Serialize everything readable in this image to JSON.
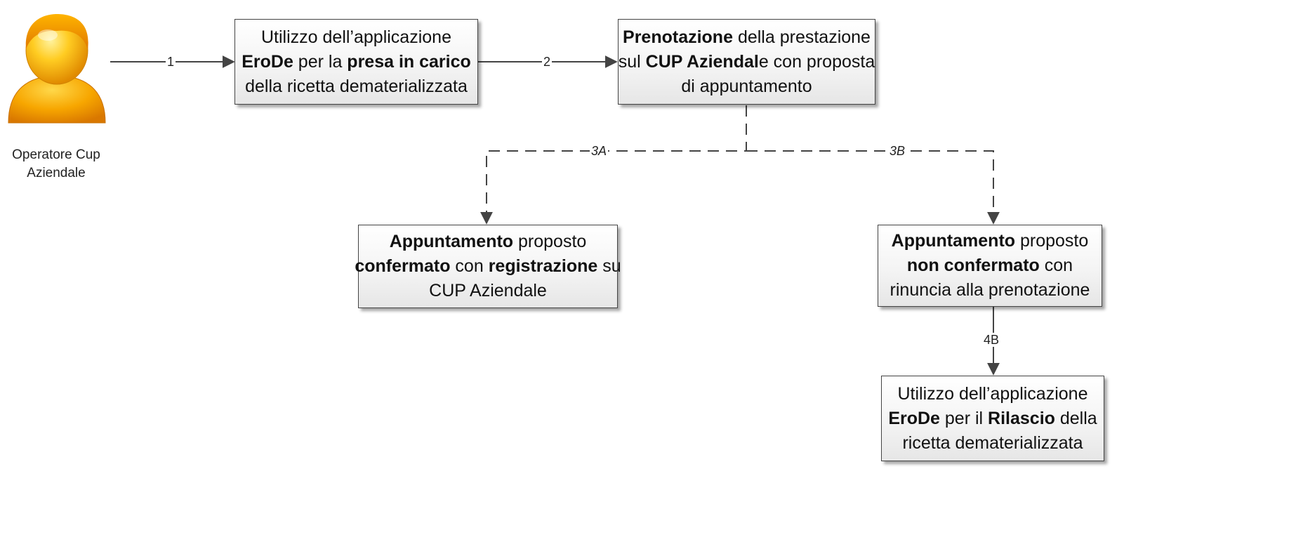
{
  "actor": {
    "label_lines": [
      "Operatore Cup",
      "Aziendale"
    ]
  },
  "nodes": {
    "n1": {
      "lines": [
        [
          {
            "t": "Utilizzo dell’applicazione",
            "b": false
          }
        ],
        [
          {
            "t": "EroDe",
            "b": true
          },
          {
            "t": " per la ",
            "b": false
          },
          {
            "t": "presa in carico",
            "b": true
          }
        ],
        [
          {
            "t": "della ricetta dematerializzata",
            "b": false
          }
        ]
      ]
    },
    "n2": {
      "lines": [
        [
          {
            "t": "Prenotazione",
            "b": true
          },
          {
            "t": " della prestazione",
            "b": false
          }
        ],
        [
          {
            "t": "sul ",
            "b": false
          },
          {
            "t": "CUP Aziendal",
            "b": true
          },
          {
            "t": "e con proposta",
            "b": false
          }
        ],
        [
          {
            "t": "di appuntamento",
            "b": false
          }
        ]
      ]
    },
    "n3a": {
      "lines": [
        [
          {
            "t": "Appuntamento",
            "b": true
          },
          {
            "t": " proposto",
            "b": false
          }
        ],
        [
          {
            "t": "confermato",
            "b": true
          },
          {
            "t": " con ",
            "b": false
          },
          {
            "t": "registrazione",
            "b": true
          },
          {
            "t": " su",
            "b": false
          }
        ],
        [
          {
            "t": "CUP Aziendale",
            "b": false
          }
        ]
      ]
    },
    "n3b": {
      "lines": [
        [
          {
            "t": "Appuntamento",
            "b": true
          },
          {
            "t": " proposto",
            "b": false
          }
        ],
        [
          {
            "t": "non confermato",
            "b": true
          },
          {
            "t": " con",
            "b": false
          }
        ],
        [
          {
            "t": "rinuncia alla prenotazione",
            "b": false
          }
        ]
      ]
    },
    "n4b": {
      "lines": [
        [
          {
            "t": "Utilizzo dell’applicazione",
            "b": false
          }
        ],
        [
          {
            "t": "EroDe",
            "b": true
          },
          {
            "t": " per il ",
            "b": false
          },
          {
            "t": "Rilascio",
            "b": true
          },
          {
            "t": " della",
            "b": false
          }
        ],
        [
          {
            "t": "ricetta dematerializzata",
            "b": false
          }
        ]
      ]
    }
  },
  "edges": {
    "e1": {
      "label": "1"
    },
    "e2": {
      "label": "2"
    },
    "e3a": {
      "label": "3A"
    },
    "e3b": {
      "label": "3B"
    },
    "e4b": {
      "label": "4B"
    }
  },
  "colors": {
    "line": "#444444",
    "box_border": "#444444",
    "actor_body": "#f5a000",
    "actor_head": "#ffc21a"
  }
}
